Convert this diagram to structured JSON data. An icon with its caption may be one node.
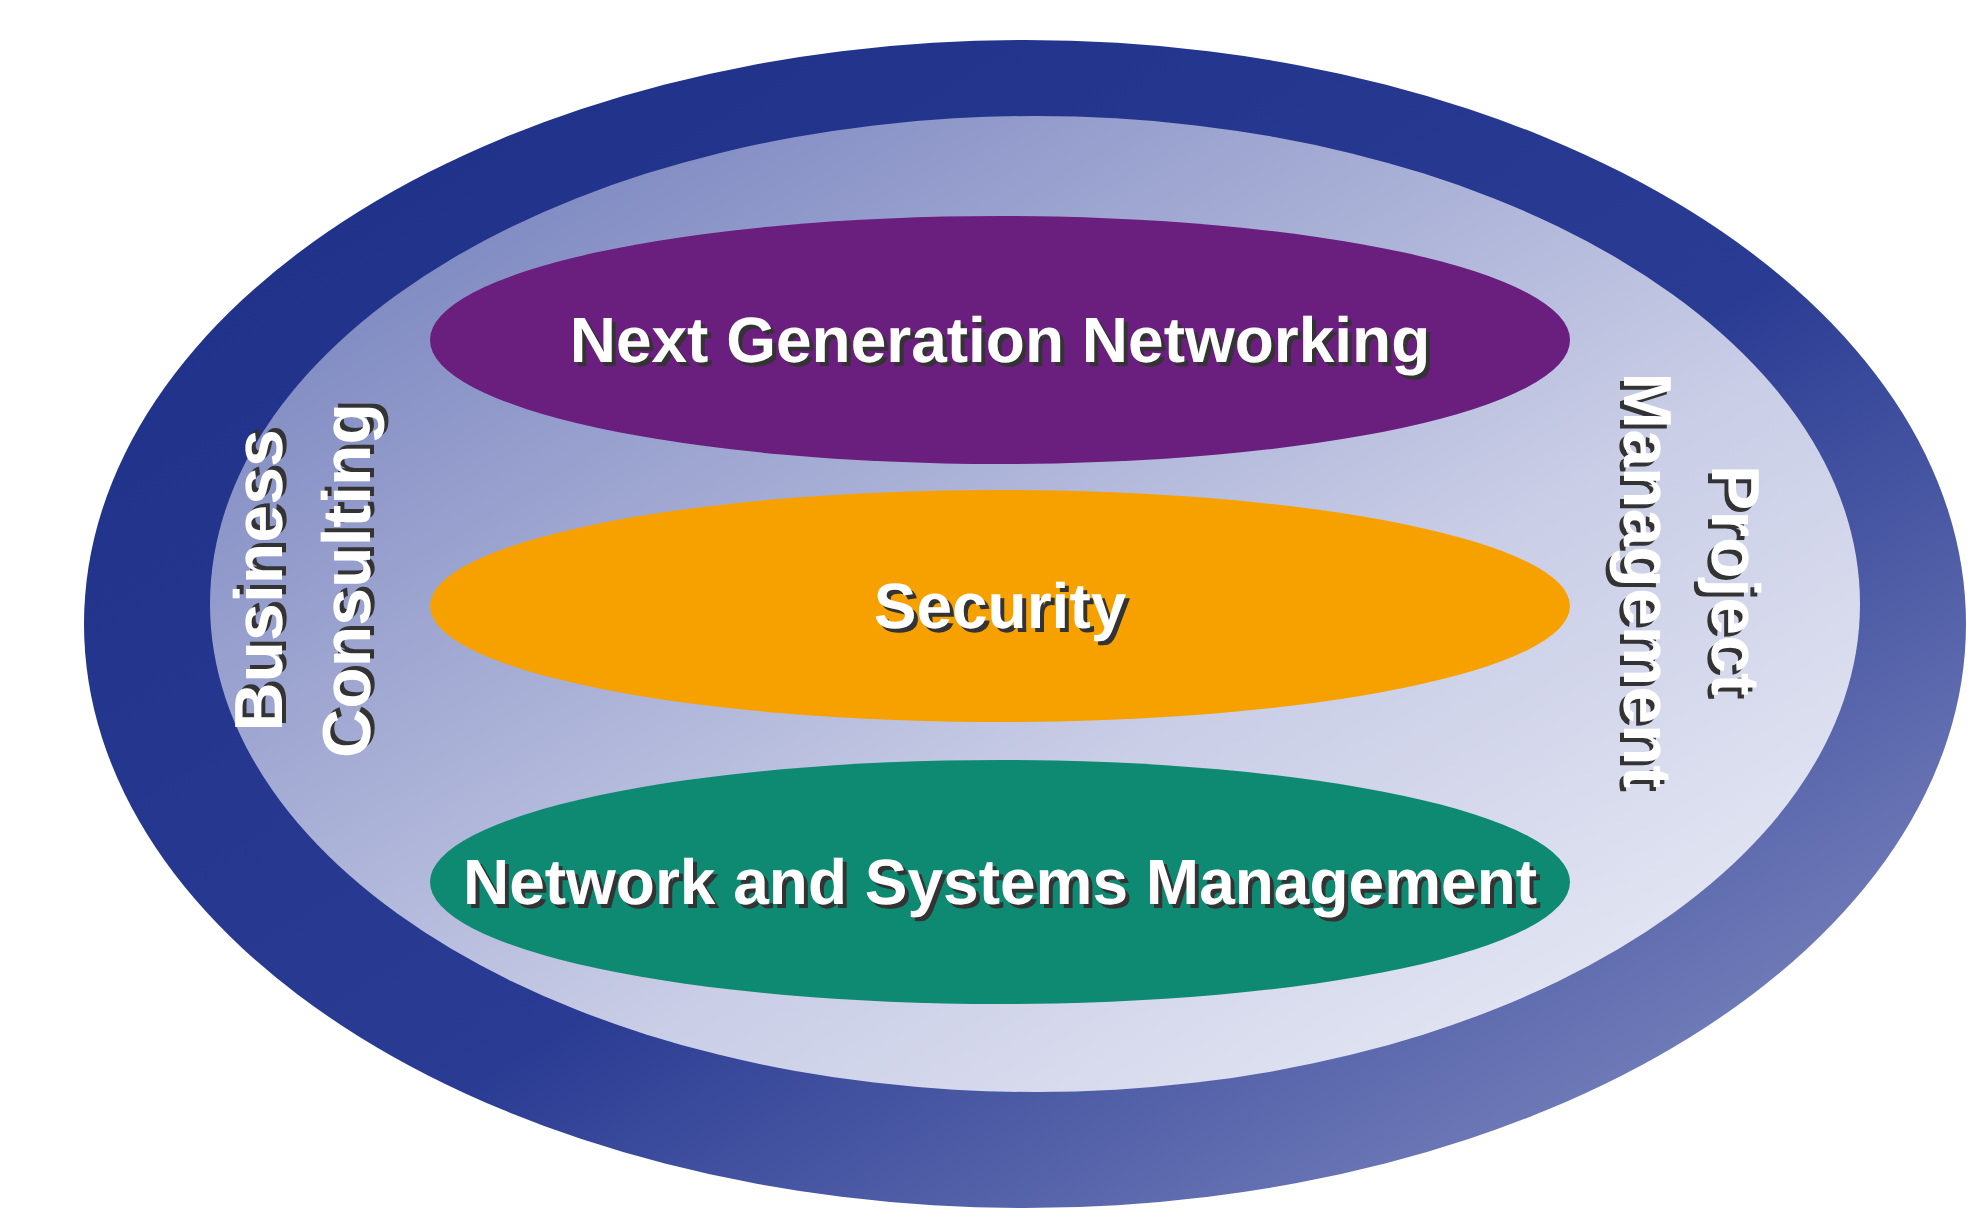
{
  "diagram": {
    "nodes": [
      {
        "text": [
          "Business Consulting",
          "Project Management"
        ]
      },
      {
        "text": [
          "Next Generation Networking"
        ],
        "in": 0
      },
      {
        "text": [
          "Security"
        ],
        "in": 0
      },
      {
        "text": [
          "Network and Systems Management"
        ],
        "in": 0
      }
    ]
  }
}
